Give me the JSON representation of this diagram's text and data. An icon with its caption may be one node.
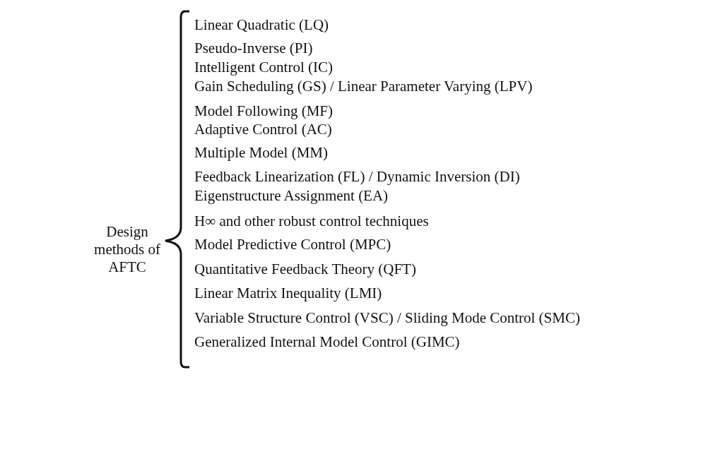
{
  "diagram": {
    "labels": [
      "Design methods of AFTC",
      "Linear Quadratic (LQ)",
      "Pseudo-Inverse (PI)",
      "Intelligent Control (IC)",
      "Gain Scheduling (GS) / Linear Parameter Varying (LPV)",
      "Model Following (MF)",
      "Adaptive Control (AC)",
      "Multiple Model (MM)",
      "Feedback Linearization (FL) / Dynamic Inversion (DI)",
      "Eigenstructure Assignment (EA)",
      "H∞ and other robust control techniques",
      "Model Predictive Control (MPC)",
      "Quantitative Feedback Theory (QFT)",
      "Linear Matrix Inequality (LMI)",
      "Variable Structure Control (VSC) / Sliding Mode Control (SMC)",
      "Generalized Internal Model Control (GIMC)"
    ]
  }
}
